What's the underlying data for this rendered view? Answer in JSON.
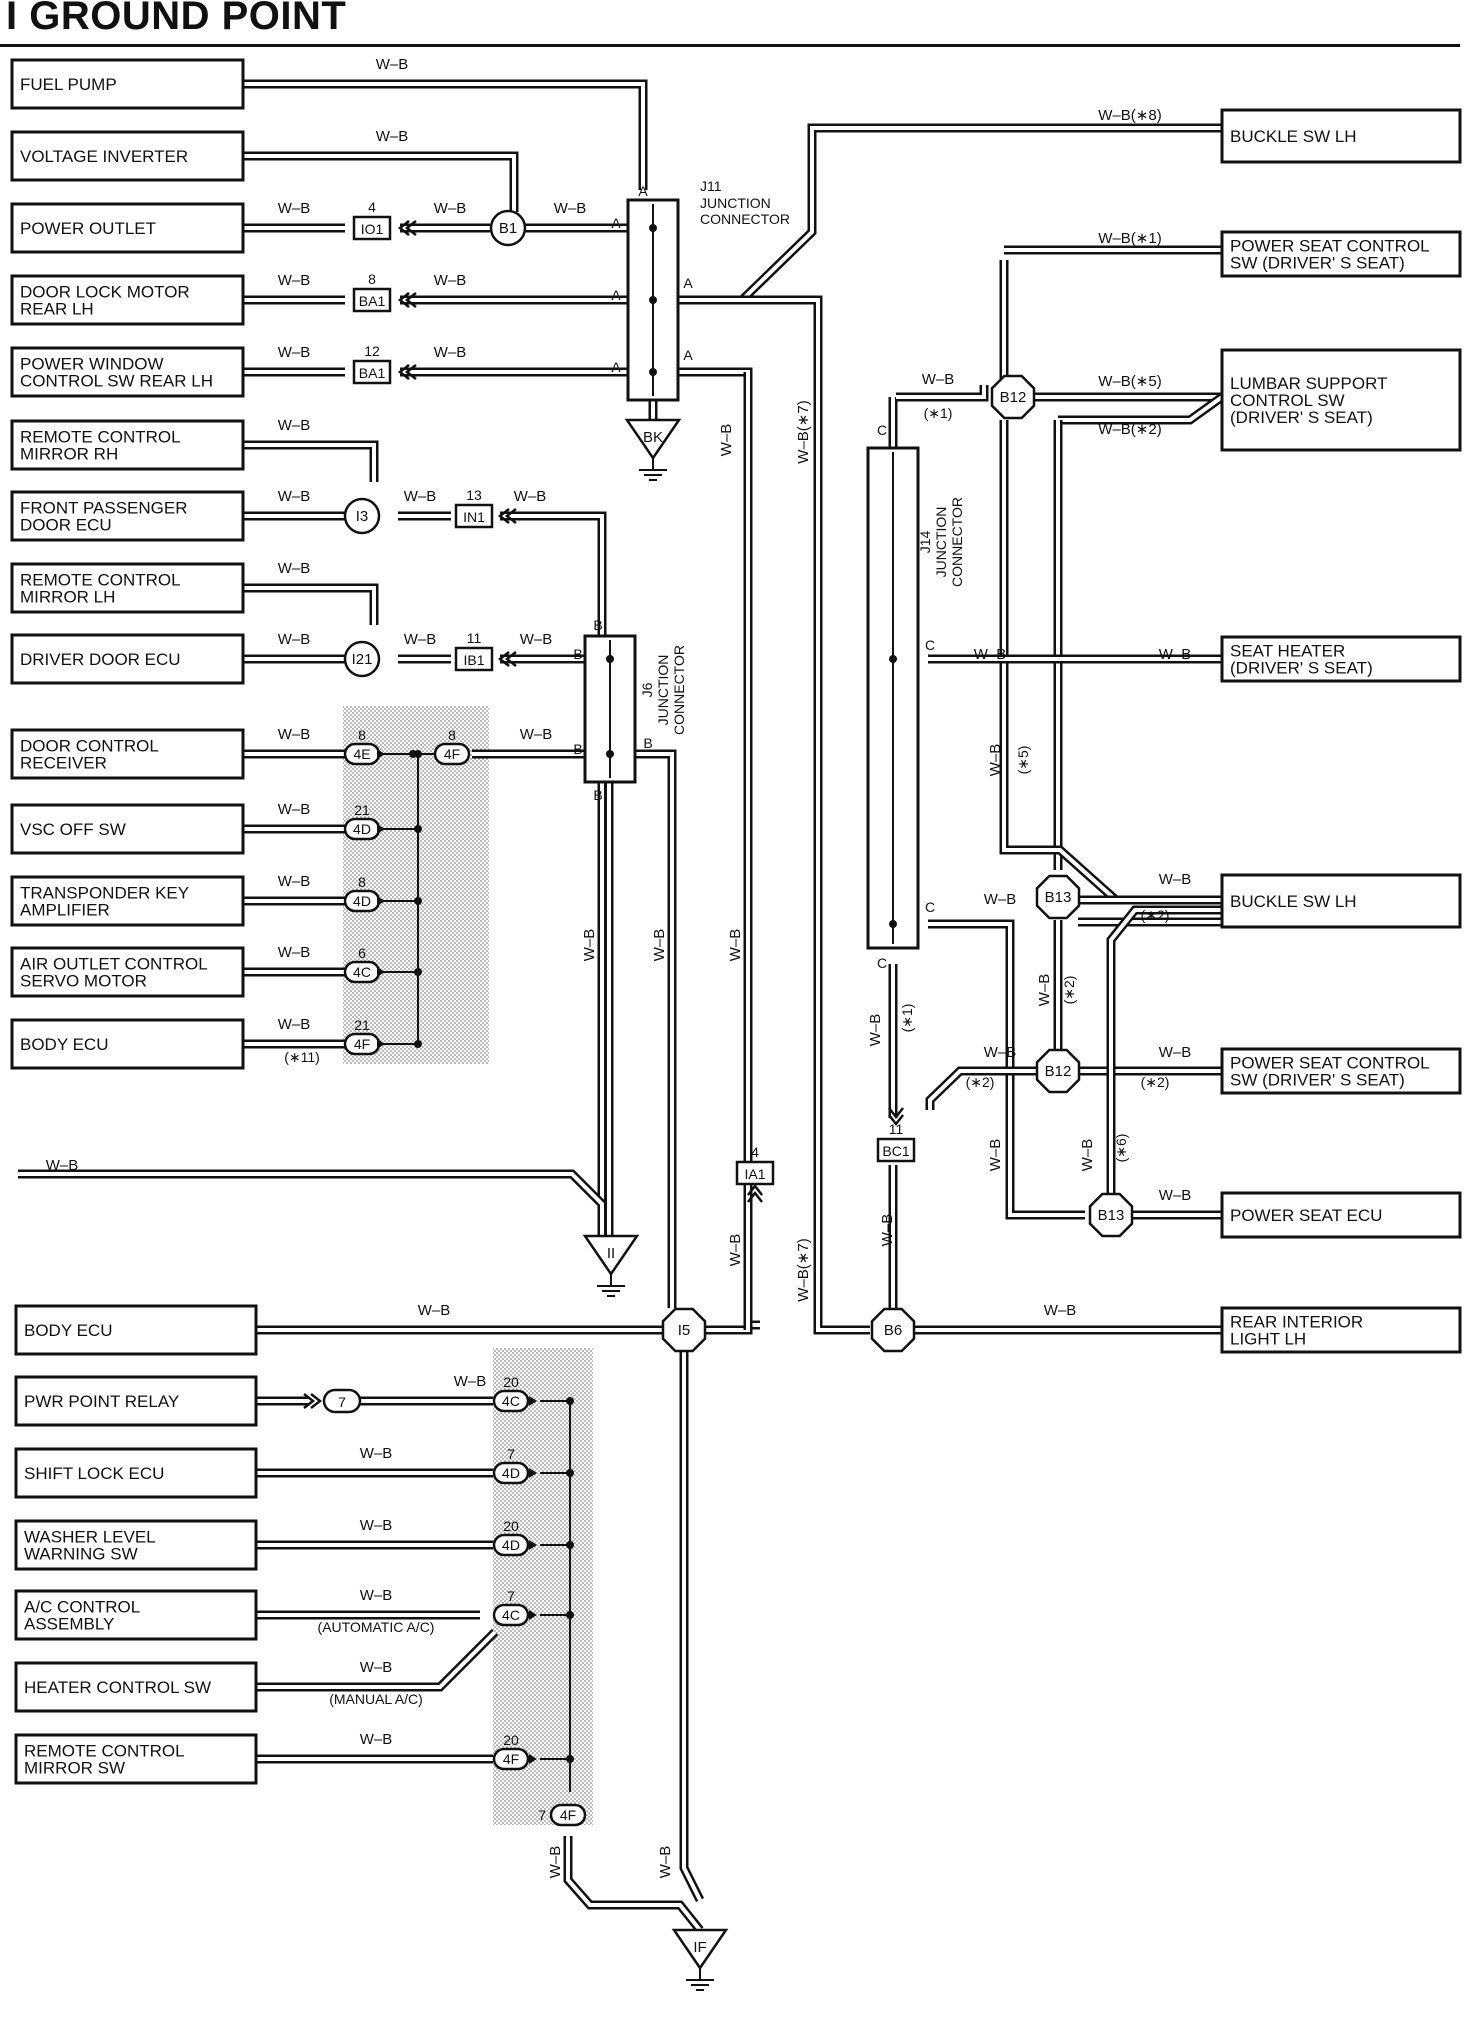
{
  "title": "I GROUND POINT",
  "wire": "W–B",
  "components": {
    "fuel_pump": [
      "FUEL PUMP"
    ],
    "voltage_inverter": [
      "VOLTAGE INVERTER"
    ],
    "power_outlet": [
      "POWER OUTLET"
    ],
    "door_lock_motor": [
      "DOOR LOCK MOTOR",
      "REAR LH"
    ],
    "power_window_sw": [
      "POWER WINDOW",
      "CONTROL SW REAR LH"
    ],
    "remote_mirror_rh": [
      "REMOTE CONTROL",
      "MIRROR RH"
    ],
    "front_pass_ecu": [
      "FRONT PASSENGER",
      "DOOR ECU"
    ],
    "remote_mirror_lh": [
      "REMOTE CONTROL",
      "MIRROR LH"
    ],
    "driver_door_ecu": [
      "DRIVER DOOR ECU"
    ],
    "door_ctrl_recv": [
      "DOOR CONTROL",
      "RECEIVER"
    ],
    "vsc_off_sw": [
      "VSC OFF SW"
    ],
    "transponder": [
      "TRANSPONDER KEY",
      "AMPLIFIER"
    ],
    "air_outlet": [
      "AIR OUTLET CONTROL",
      "SERVO MOTOR"
    ],
    "body_ecu_1": [
      "BODY ECU"
    ],
    "body_ecu_2": [
      "BODY ECU"
    ],
    "pwr_point_relay": [
      "PWR POINT RELAY"
    ],
    "shift_lock_ecu": [
      "SHIFT LOCK ECU"
    ],
    "washer_level": [
      "WASHER LEVEL",
      "WARNING SW"
    ],
    "ac_control": [
      "A/C CONTROL",
      "ASSEMBLY"
    ],
    "heater_control": [
      "HEATER CONTROL SW"
    ],
    "remote_mirror_sw": [
      "REMOTE CONTROL",
      "MIRROR SW"
    ],
    "buckle_sw_lh_1": [
      "BUCKLE SW LH"
    ],
    "power_seat_ctrl_1": [
      "POWER SEAT CONTROL",
      "SW (DRIVER' S SEAT)"
    ],
    "lumbar_support": [
      "LUMBAR SUPPORT",
      "CONTROL SW",
      "(DRIVER' S SEAT)"
    ],
    "seat_heater": [
      "SEAT HEATER",
      "(DRIVER' S SEAT)"
    ],
    "buckle_sw_lh_2": [
      "BUCKLE SW LH"
    ],
    "power_seat_ctrl_2": [
      "POWER SEAT CONTROL",
      "SW (DRIVER' S SEAT)"
    ],
    "power_seat_ecu": [
      "POWER SEAT ECU"
    ],
    "rear_interior_light": [
      "REAR INTERIOR",
      "LIGHT LH"
    ]
  },
  "junctions": {
    "j11": {
      "id": "J11",
      "name": [
        "JUNCTION",
        "CONNECTOR"
      ]
    },
    "j6": {
      "id": "J6",
      "name": [
        "JUNCTION",
        "CONNECTOR"
      ]
    },
    "j14": {
      "id": "J14",
      "name": [
        "JUNCTION",
        "CONNECTOR"
      ]
    }
  },
  "connectors": {
    "io1": {
      "id": "IO1",
      "pin": "4"
    },
    "ba1a": {
      "id": "BA1",
      "pin": "8"
    },
    "ba1b": {
      "id": "BA1",
      "pin": "12"
    },
    "in1": {
      "id": "IN1",
      "pin": "13"
    },
    "ib1": {
      "id": "IB1",
      "pin": "11"
    },
    "ia1": {
      "id": "IA1",
      "pin": "4"
    },
    "bc1": {
      "id": "BC1",
      "pin": "11"
    },
    "c4e": {
      "id": "4E",
      "pin": "8"
    },
    "c4f_a": {
      "id": "4F",
      "pin": "8"
    },
    "c4d_a": {
      "id": "4D",
      "pin": "21"
    },
    "c4d_b": {
      "id": "4D",
      "pin": "8"
    },
    "c4c_a": {
      "id": "4C",
      "pin": "6"
    },
    "c4f_b": {
      "id": "4F",
      "pin": "21"
    },
    "c4c_b": {
      "id": "4C",
      "pin": "20"
    },
    "c4d_c": {
      "id": "4D",
      "pin": "7"
    },
    "c4d_d": {
      "id": "4D",
      "pin": "20"
    },
    "c4c_c": {
      "id": "4C",
      "pin": "7"
    },
    "c4f_c": {
      "id": "4F",
      "pin": "20"
    },
    "c4f_d": {
      "id": "4F",
      "pin": "7"
    },
    "c7": {
      "id": "7"
    }
  },
  "splices": {
    "b1": "B1",
    "i3": "I3",
    "i21": "I21",
    "i5": "I5",
    "b6": "B6",
    "b12a": "B12",
    "b12b": "B12",
    "b13a": "B13",
    "b13b": "B13"
  },
  "grounds": {
    "bk": "BK",
    "ii": "II",
    "if": "IF"
  },
  "pin_letters": {
    "a": "A",
    "b": "B",
    "c": "C"
  },
  "wire_labels": {
    "wb8": "W–B(∗8)",
    "wb1": "W–B(∗1)",
    "wb5": "W–B(∗5)",
    "wb2": "W–B(∗2)",
    "wb7": "W–B(∗7)"
  },
  "notes": {
    "n1": "(∗1)",
    "n2": "(∗2)",
    "n5": "(∗5)",
    "n6": "(∗6)",
    "n11": "(∗11)",
    "auto_ac": "(AUTOMATIC A/C)",
    "manual_ac": "(MANUAL A/C)"
  }
}
